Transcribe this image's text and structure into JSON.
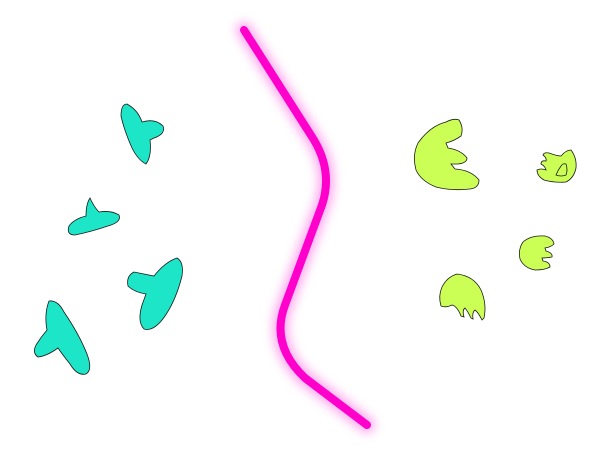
{
  "scene": {
    "background": "#ffffff",
    "divider": {
      "color": "#ff00cc",
      "glow_color": "#ff66e0"
    },
    "left_group": {
      "shape": "y-blob",
      "count": 5,
      "fill": "#1de5c8",
      "outline": "#1a1a1a"
    },
    "right_group": {
      "shape": "e-blob",
      "count": 5,
      "fill": "#ccff55",
      "outline": "#1a1a1a"
    }
  }
}
